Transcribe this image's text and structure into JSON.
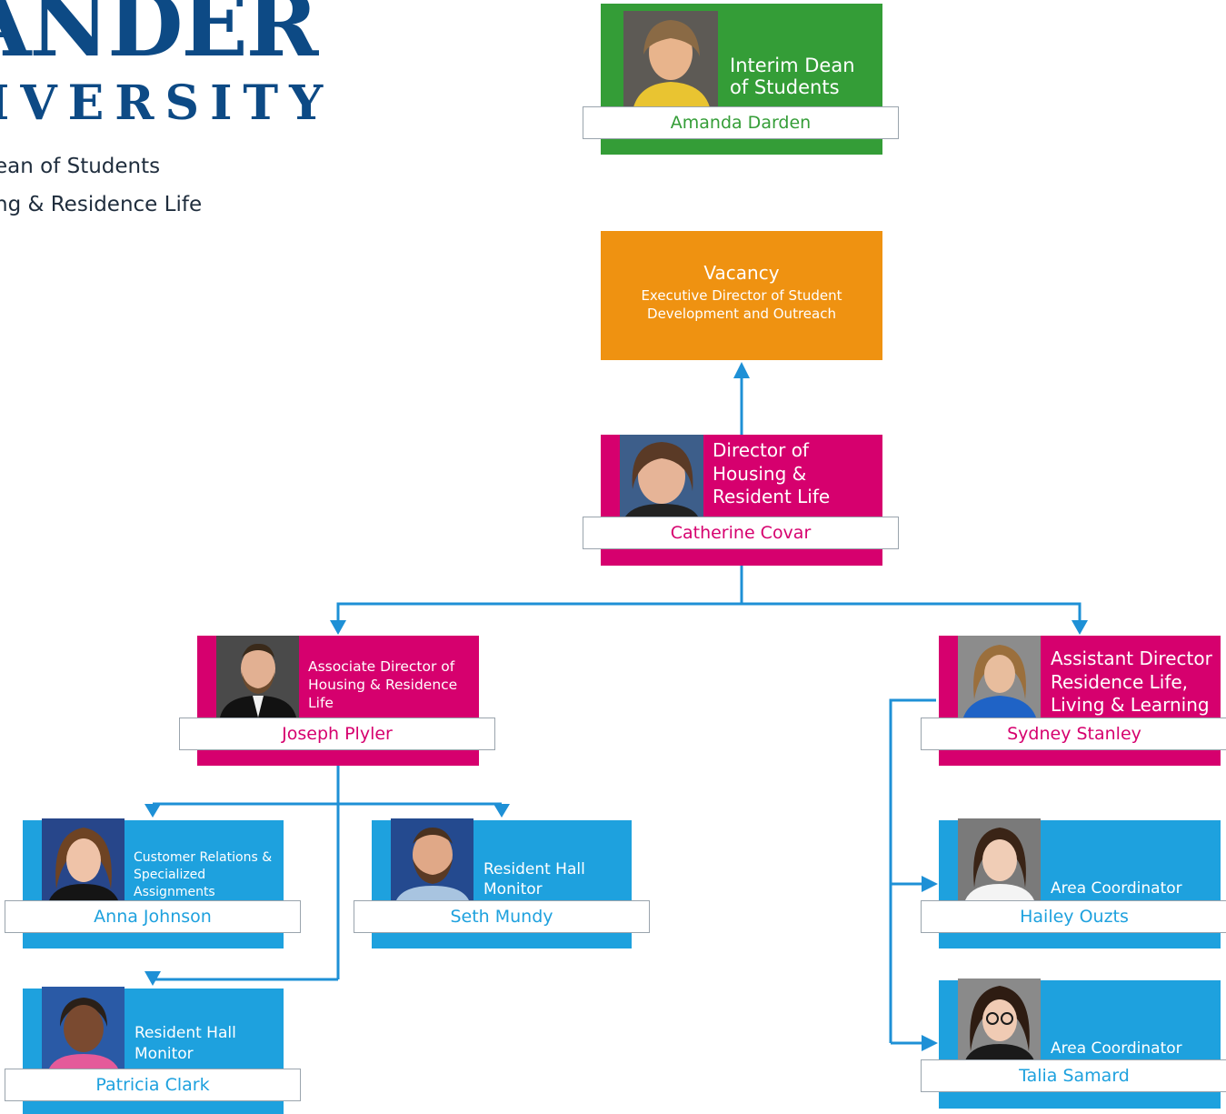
{
  "header": {
    "logo_main": "ANDER",
    "logo_sub": "IVERSITY",
    "line1": "ean of Students",
    "line2": "ng & Residence Life"
  },
  "colors": {
    "green": "#349d37",
    "orange": "#ef9211",
    "magenta": "#d6006e",
    "blue": "#1ea1de",
    "connector": "#1e90d6"
  },
  "cards": {
    "darden": {
      "title": "Interim Dean of Students",
      "name": "Amanda Darden",
      "photo": "portrait-photo"
    },
    "vacancy": {
      "heading": "Vacancy",
      "subtitle": "Executive Director of Student Development and Outreach"
    },
    "covar": {
      "title": "Director of Housing & Resident Life",
      "name": "Catherine Covar",
      "photo": "portrait-photo"
    },
    "plyler": {
      "title": "Associate Director of Housing & Residence Life",
      "name": "Joseph Plyler",
      "photo": "portrait-photo"
    },
    "stanley": {
      "title": "Assistant Director Residence Life, Living & Learning",
      "name": "Sydney Stanley",
      "photo": "portrait-photo"
    },
    "johnson": {
      "title": "Customer Relations & Specialized Assignments",
      "name": "Anna Johnson",
      "photo": "portrait-photo"
    },
    "mundy": {
      "title": "Resident Hall Monitor",
      "name": "Seth Mundy",
      "photo": "portrait-photo"
    },
    "clark": {
      "title": "Resident Hall Monitor",
      "name": "Patricia Clark",
      "photo": "portrait-photo"
    },
    "ouzts": {
      "title": "Area Coordinator",
      "name": "Hailey Ouzts",
      "photo": "portrait-photo"
    },
    "samard": {
      "title": "Area Coordinator",
      "name": "Talia Samard",
      "photo": "portrait-photo"
    }
  }
}
